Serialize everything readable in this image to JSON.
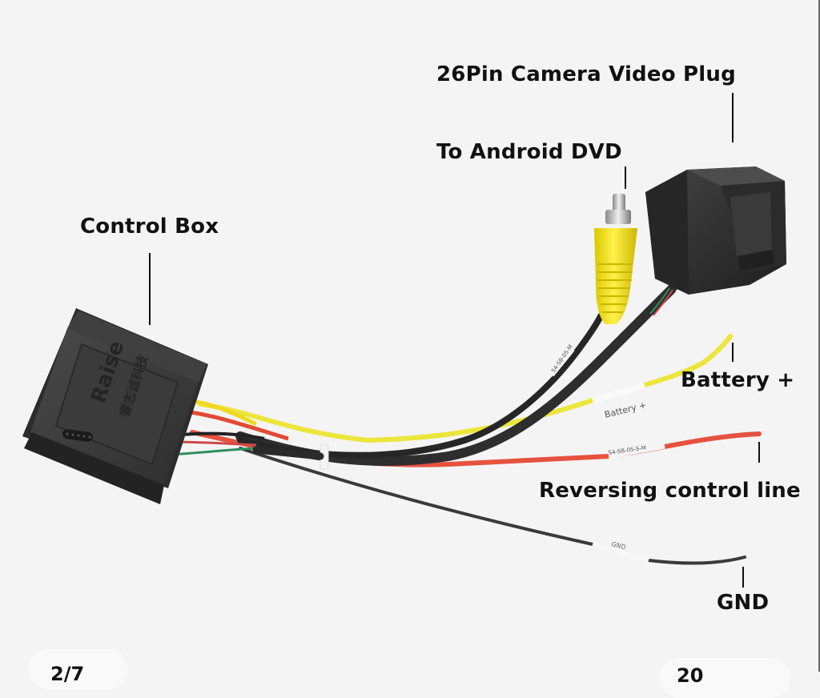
{
  "product_image": {
    "description": "Camera video plug wiring harness with control box",
    "box_brand_text": "Raise",
    "box_cjk_text": "睿志诚科技",
    "callouts": {
      "camera_plug": "26Pin Camera Video Plug",
      "android_dvd": "To Android DVD",
      "control_box": "Control Box",
      "battery": "Battery +",
      "reversing": "Reversing control line",
      "gnd": "GND"
    },
    "wire_tags": {
      "battery_tag": "Battery +",
      "gnd_tag": "GND",
      "reversing_tag": "S4-SB-05-S-M",
      "dvd_tag": "S4-SB-05-M"
    },
    "colors": {
      "background": "#f4f4f4",
      "rca_yellow": "#f2e21a",
      "wire_yellow": "#ece53a",
      "wire_red": "#e6523f",
      "wire_black": "#2e2e2e",
      "wire_green": "#2f8f5a",
      "box_body": "#3a3a3a"
    }
  },
  "overlay": {
    "image_counter": "2/7",
    "right_pill_text": "20"
  }
}
